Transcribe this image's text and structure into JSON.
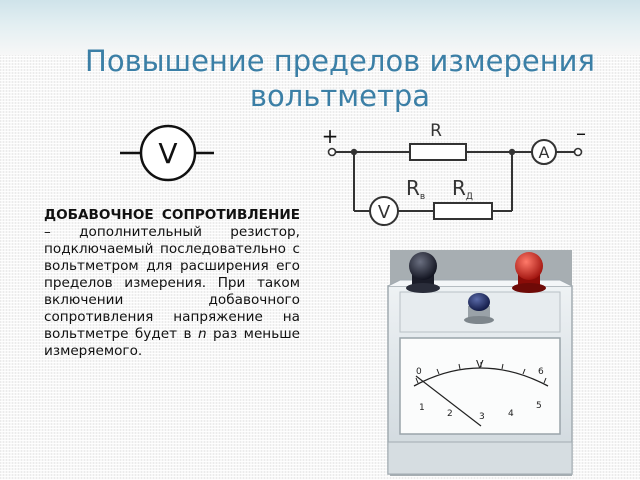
{
  "slide": {
    "title_line1": "Повышение пределов измерения",
    "title_line2": "вольтметра"
  },
  "symbol": {
    "label": "V"
  },
  "circuit": {
    "plus": "+",
    "minus": "–",
    "resistor_label": "R",
    "ammeter_label": "A",
    "voltmeter_label": "V",
    "rv_label": "R",
    "rv_sub": "в",
    "rd_label": "R",
    "rd_sub": "Д"
  },
  "text": {
    "term": "ДОБАВОЧНОЕ СОПРОТИВЛЕНИЕ",
    "part1": " – дополнительный резистор, подключаемый последовательно с вольтметром для расширения его пределов измерения. При таком включении добавочного сопротивления напряжение на вольтметре будет в ",
    "n": "n",
    "part2": " раз меньше измеряемого."
  },
  "meter": {
    "unit": "V",
    "scale": [
      "0",
      "1",
      "2",
      "3",
      "4",
      "5",
      "6"
    ]
  }
}
